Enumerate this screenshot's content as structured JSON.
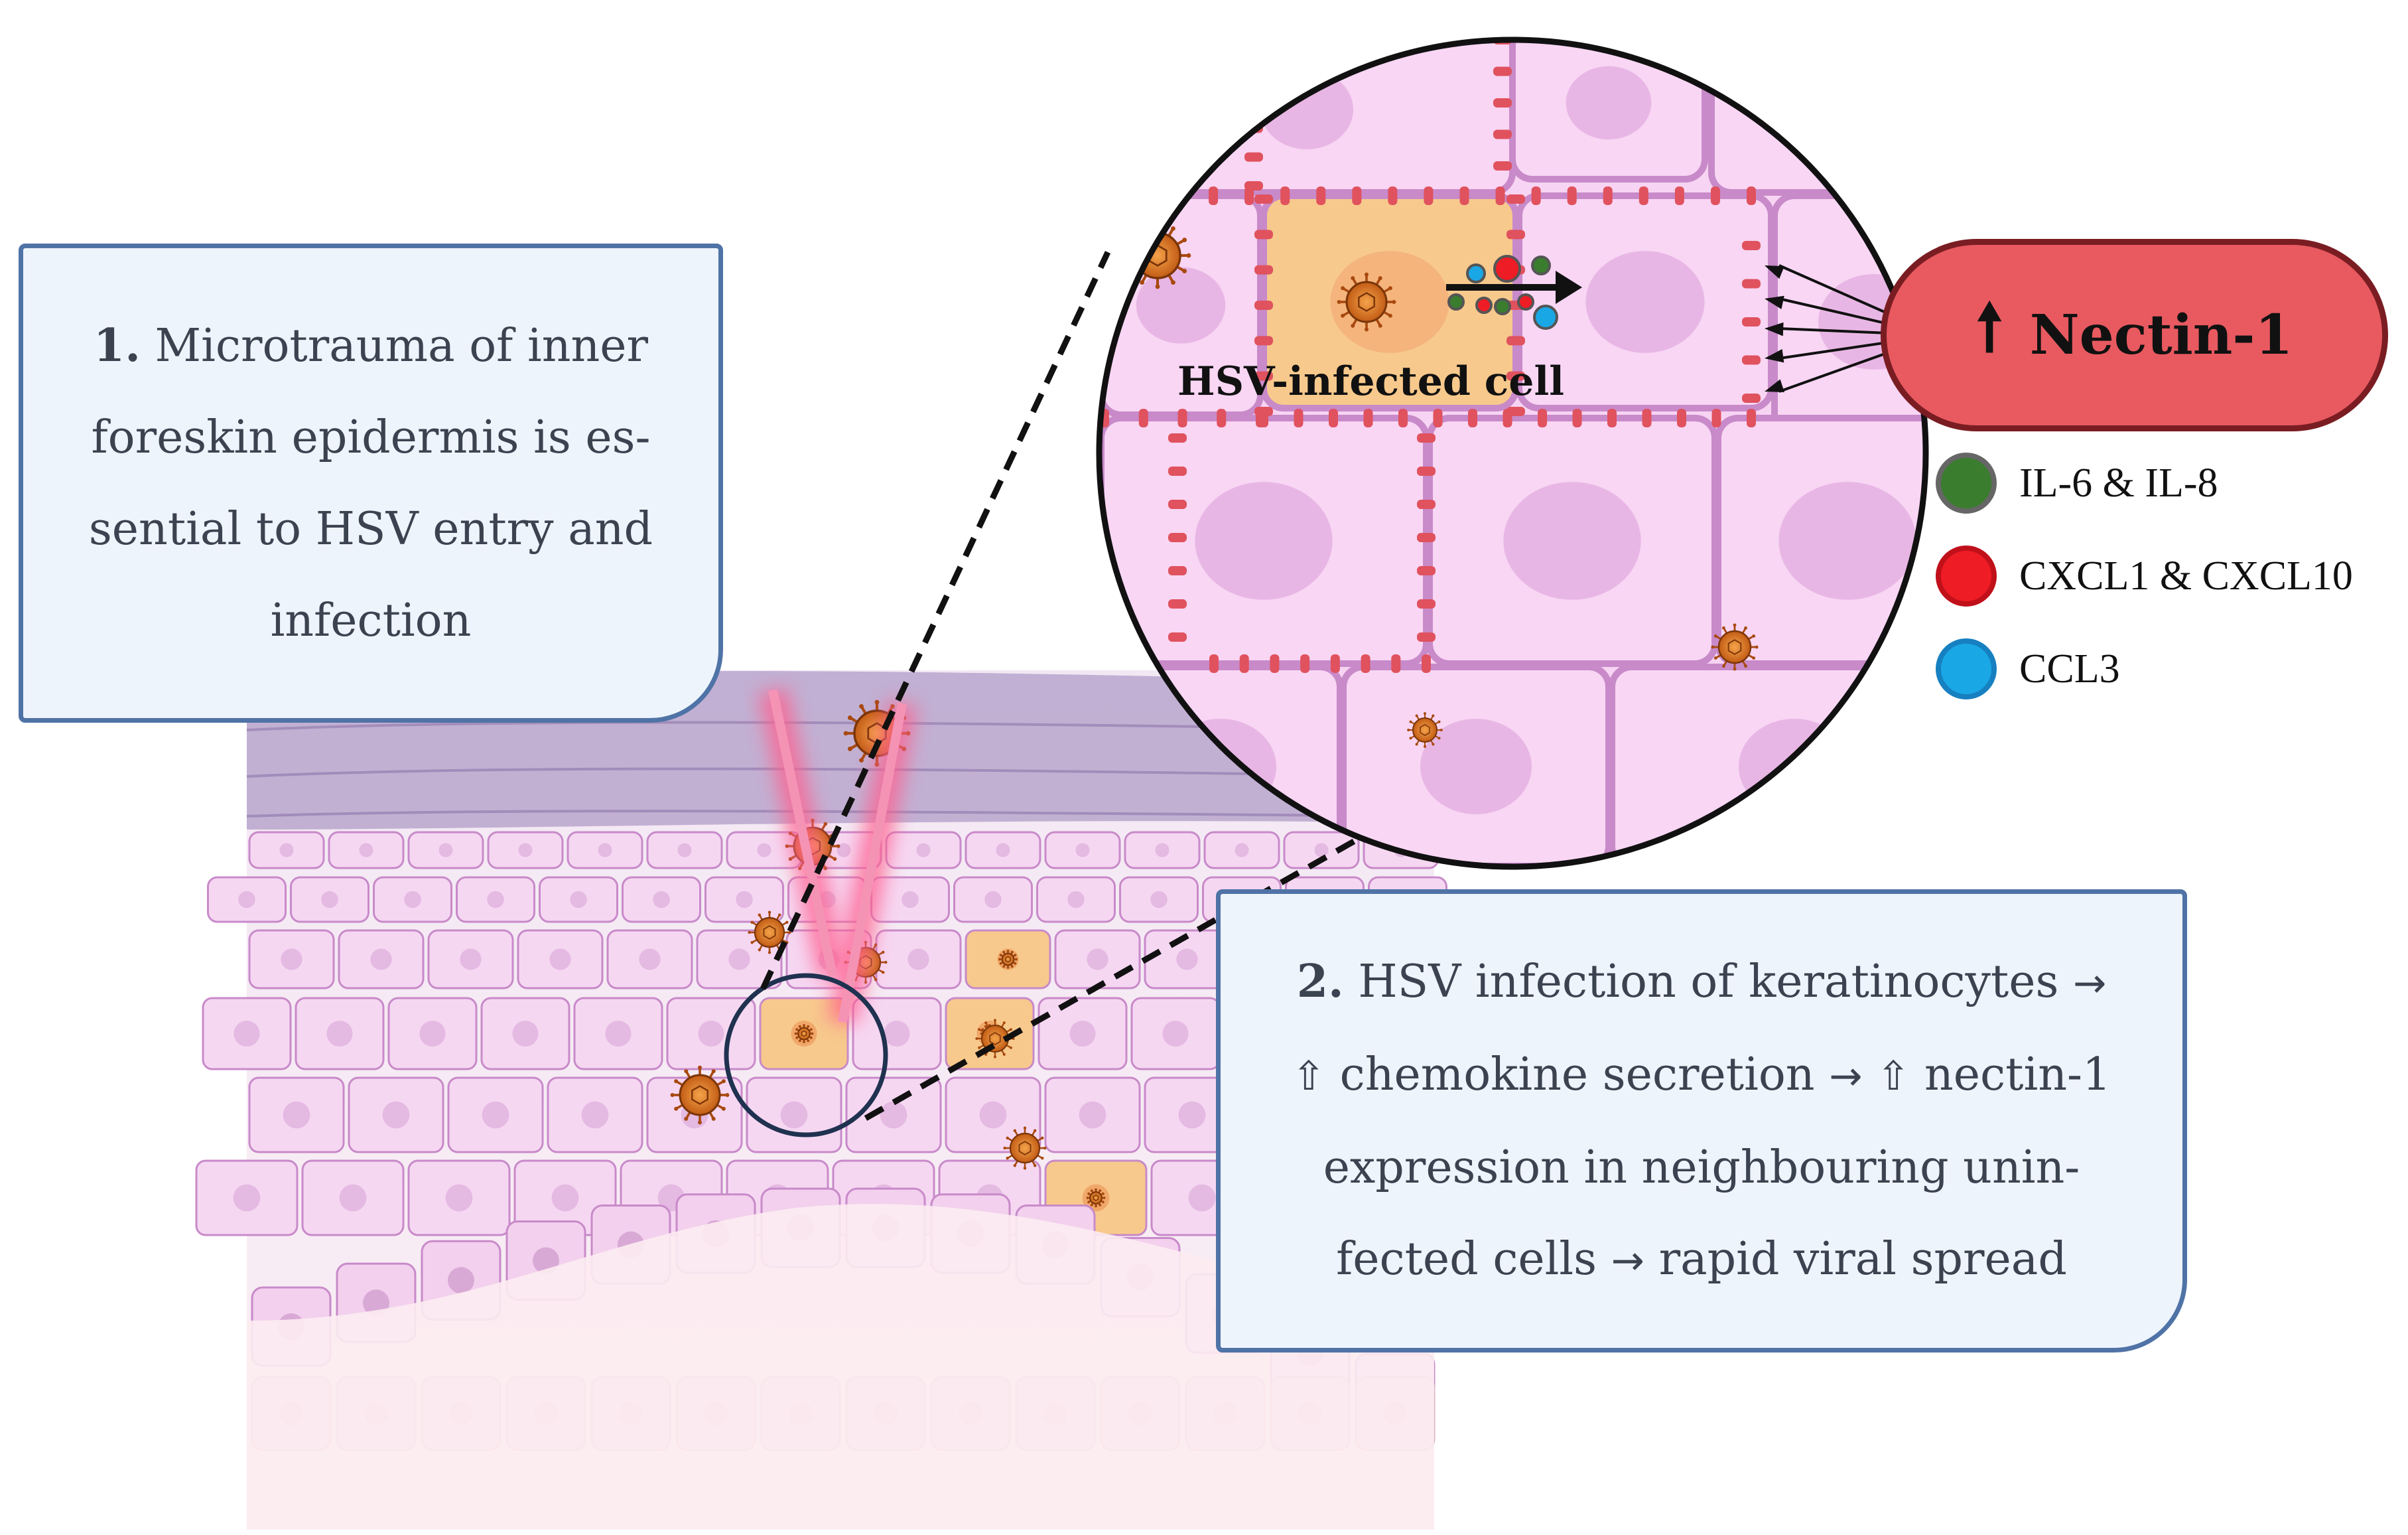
{
  "callout1": {
    "number": "1.",
    "text": "Microtrauma of inner foreskin epidermis is es-sential to HSV entry and infection",
    "line1": "Microtrauma of inner",
    "line2": "foreskin epidermis is es-",
    "line3": "sential to HSV entry and",
    "line4": "infection"
  },
  "callout2": {
    "number": "2.",
    "line1": "HSV infection of keratinocytes",
    "line2a": "chemokine secretion",
    "line2b": "nectin-1",
    "line3": "expression in neighbouring unin-",
    "line4a": "fected cells",
    "line4b": "rapid viral spread",
    "arrow": "→",
    "up": "⇧"
  },
  "zoom": {
    "cell_label": "HSV-infected cell"
  },
  "nectin": {
    "label": "Nectin-1",
    "arrow": "🠕"
  },
  "legend": [
    {
      "label": "IL-6 & IL-8",
      "color": "#3a7d2e"
    },
    {
      "label": "CXCL1 & CXCL10",
      "color": "#ee1c25"
    },
    {
      "label": "CCL3",
      "color": "#1aa7e6"
    }
  ],
  "colors": {
    "cell_fill": "#f6d7f2",
    "cell_border": "#c88ac9",
    "infected_cell": "#f7c98c",
    "nectin": "#e0525e",
    "virus": "#c8641a",
    "callout_border": "#4f73a6"
  }
}
